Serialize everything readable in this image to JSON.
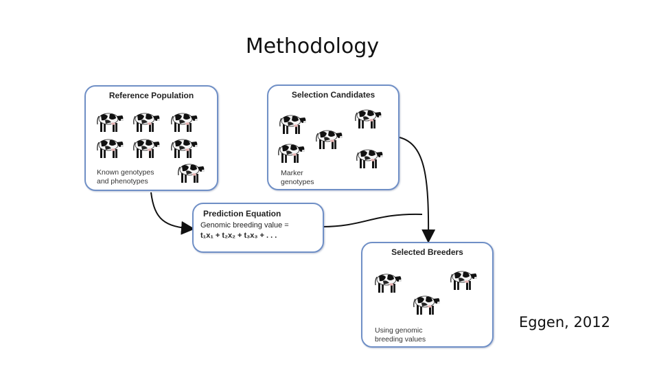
{
  "title": "Methodology",
  "citation": "Eggen, 2012",
  "boxes": {
    "reference": {
      "title": "Reference Population",
      "caption_line1": "Known genotypes",
      "caption_line2": "and phenotypes"
    },
    "selection": {
      "title": "Selection Candidates",
      "caption_line1": "Marker",
      "caption_line2": "genotypes"
    },
    "prediction": {
      "title": "Prediction Equation",
      "line1": "Genomic breeding value =",
      "line2": "t₁x₁ + t₂x₂ + t₃x₃ + . . ."
    },
    "breeders": {
      "title": "Selected Breeders",
      "caption_line1": "Using genomic",
      "caption_line2": "breeding values"
    }
  },
  "icons": [
    "cow-icon"
  ],
  "colors": {
    "box_border": "#6f8fc6",
    "arrow": "#111111"
  }
}
